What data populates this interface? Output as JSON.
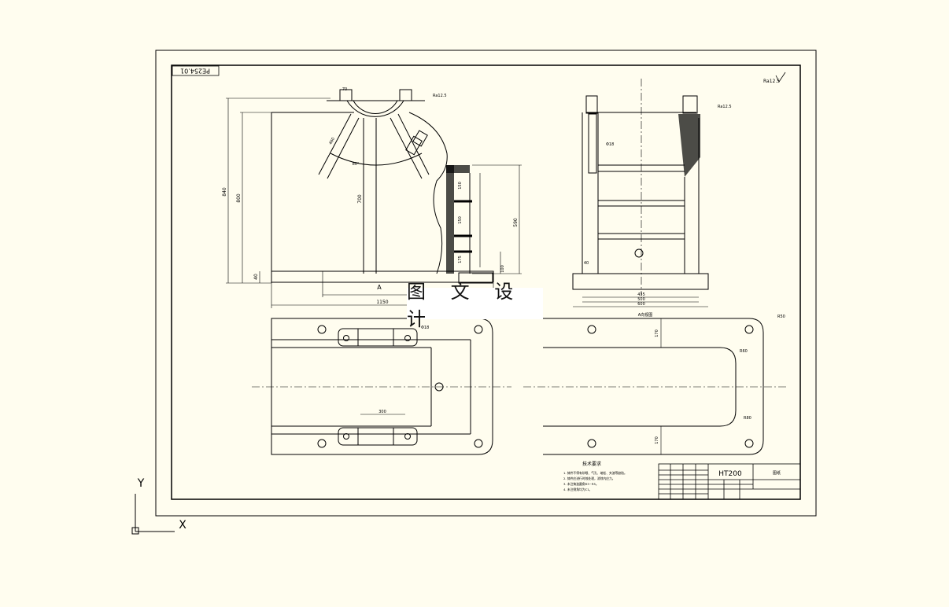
{
  "drawing": {
    "part_number": "PE254.01",
    "watermark": "图 文 设 计",
    "section_label": "A",
    "view_label": "A向视图",
    "material": "HT200",
    "axis_y": "Y",
    "axis_x": "X",
    "roughness": "Ra12.5"
  },
  "dimensions": {
    "front_width": "1150",
    "front_height": "840",
    "front_height_inner": "800",
    "leg_height": "700",
    "base_thickness": "40",
    "column_height": "590",
    "bay_1": "150",
    "bay_2": "150",
    "bay_3": "175",
    "base_right": "100",
    "angle_left": "80°",
    "arm_length": "460",
    "top_width": "70",
    "side_width_inner": "435",
    "side_width_mid": "500",
    "side_width_outer": "600",
    "plan_spacing": "300",
    "plan_height_top": "170",
    "plan_height_bottom": "170",
    "radius_1": "R50",
    "radius_2": "R60",
    "radius_3": "R80",
    "hole_dia": "Φ18"
  },
  "notes": {
    "title": "技术要求",
    "lines": [
      "1. 铸件不得有砂眼、气孔、缩松、夹渣等缺陷。",
      "2. 铸件应进行时效处理，消除内应力。",
      "3. 未注铸造圆角R3~R5。",
      "4. 未注倒角均为C1。"
    ]
  },
  "title_block": {
    "company": "图纸"
  }
}
